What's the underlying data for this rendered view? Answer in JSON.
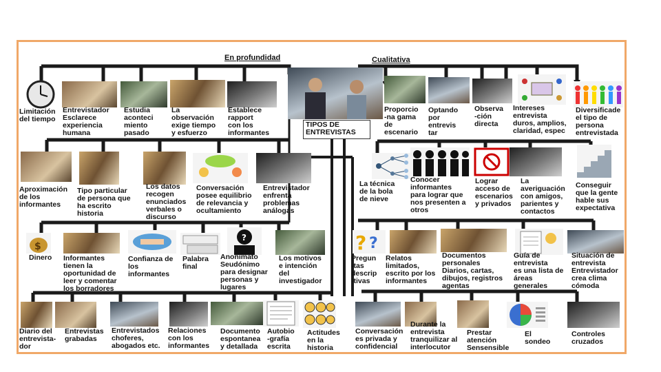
{
  "headers": {
    "left": "En profundidad",
    "right": "Cualitativa",
    "center_box": "TIPOS DE\nENTREVISTAS"
  },
  "labels": {
    "limitacion": "Limitación\ndel tiempo",
    "entrevistador": "Entrevistador\nEsclarece\nexperiencia\nhumana",
    "estudia": "Estudia\naconteci\nmiento\npasado",
    "observacion": "La\nobservación\nexige tiempo\ny esfuerzo",
    "establece": "Establece\nrapport\ncon los\ninformantes",
    "proporcio": "Proporcio\n-na gama\nde\nescenario",
    "optando": "Optando\npor\nentrevis\ntar",
    "observa": "Observa\n-ción\ndirecta",
    "intereses": "Intereses\nentrevista\nduros, amplios,\nclaridad, espec",
    "diversifica": "Diversificade\nel tipo de\npersona\nentrevistada",
    "aproximacion": "Aproximación\nde los\ninformantes",
    "tipo_particular": "Tipo particular\nde persona que\nha escrito\nhistoria",
    "datos": "Los datos\nrecogen\nenunciados\nverbales o\ndiscurso",
    "conversacion": "Conversación\nposee equilibrio\nde relevancia y\nocultamiento",
    "entrevistador_enfrenta": "Entrevistador\nenfrenta\nproblemas\nanálogas",
    "tecnica": "La técnica\nde la bola\nde nieve",
    "conocer": "Conocer\ninformantes\npara lograr que\nnos presenten a\notros",
    "lograr": "Lograr\nacceso de\nescenarios\ny privados",
    "averiguacion": "La\naveriguación\ncon amigos,\nparientes y\ncontactos",
    "conseguir": "Conseguir\nque la gente\nhable sus\nexpectativa",
    "dinero": "Dinero",
    "informantes_tienen": "Informantes\ntienen la\noportunidad de\nleer y comentar\nlos borradores",
    "confianza": "Confianza de\nlos\ninformantes",
    "palabra_final": "Palabra\nfinal",
    "anonimato": "Anonimato\nSeudónimo\npara designar\npersonas y\nlugares",
    "motivos": "Los motivos\ne intención\ndel\ninvestigador",
    "preguntas": "Pregun\n-tas\ndescrip\n-tivas",
    "relatos": "Relatos\nlimitados,\nescrito por los\ninformantes",
    "documentos": "Documentos\npersonales\nDiarios, cartas,\ndibujos, registros\nagentas",
    "guia": "Guía de\nentrevista\nes una lista de\náreas\ngenerales",
    "situacion": "Situación de\nentrevista\nEntrevistador\ncrea clima\ncómoda",
    "diario": "Diario del\nentrevista-\ndor",
    "entrevistas_grabadas": "Entrevistas\ngrabadas",
    "entrevistados": "Entrevistados\nchoferes,\nabogados etc.",
    "relaciones": "Relaciones\ncon los\ninformantes",
    "documento": "Documento\nespontanea\ny detallada",
    "autobio": "Autobio\n-grafía\nescrita",
    "actitudes": "Actitudes\nen la\nhistoria",
    "conversacion_privada": "Conversación\nes privada y\nconfidencial",
    "durante": "Durante la\nentrevista\ntranquilizar al\ninterlocutor",
    "prestar": "Prestar\natención\nSensensible",
    "sondeo": "El\nsondeo",
    "controles": "Controles\ncruzados"
  },
  "colors": {
    "frame_border": "#f0a868",
    "connector": "#1a1a1a",
    "text": "#141414"
  }
}
